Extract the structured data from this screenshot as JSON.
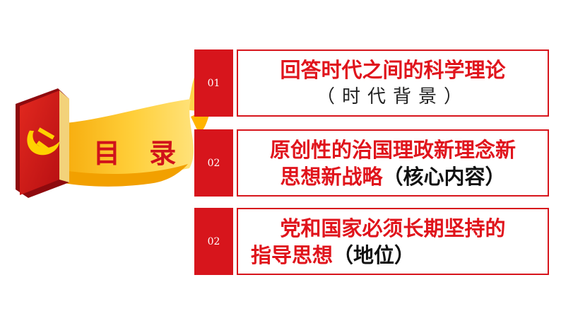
{
  "toc": {
    "title": "目 录",
    "items": [
      {
        "number": "01",
        "line1": "回答时代之间的科学理论",
        "line2": "（时代背景）"
      },
      {
        "number": "02",
        "line1": "原创性的治国理政新理念新",
        "line2": "思想新战略",
        "line2_paren": "（核心内容）"
      },
      {
        "number": "02",
        "line1": "党和国家必须长期坚持的",
        "line2": "指导思想",
        "line2_paren": "（地位）"
      }
    ]
  },
  "colors": {
    "accent": "#d7151c",
    "ribbon": "#f7b500",
    "ribbon_light": "#ffd95a"
  },
  "icons": {
    "emblem": "hammer-sickle-book-icon"
  }
}
